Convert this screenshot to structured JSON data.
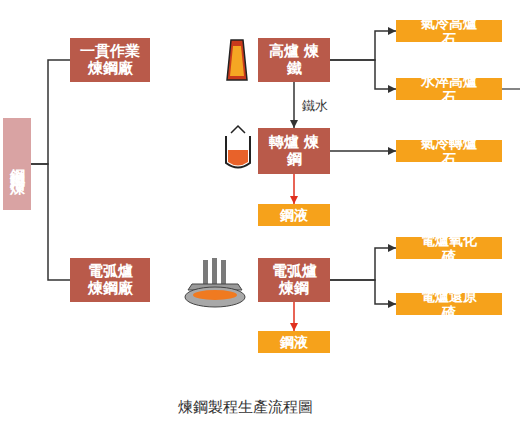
{
  "diagram": {
    "caption": "煉鋼製程生產流程圖",
    "nodes": [
      {
        "text": [
          "鋼鐵冶煉"
        ]
      },
      {
        "text": [
          "一貫作業 煉鋼廠"
        ]
      },
      {
        "text": [
          "高爐 煉鐵"
        ]
      },
      {
        "text": [
          "氣冷高爐石"
        ]
      },
      {
        "text": [
          "水淬高爐石"
        ]
      },
      {
        "text": [
          "轉爐 煉鋼"
        ]
      },
      {
        "text": [
          "氣冷轉爐石"
        ]
      },
      {
        "text": [
          "鋼液"
        ]
      },
      {
        "text": [
          "電弧爐 煉鋼廠"
        ]
      },
      {
        "text": [
          "電弧爐 煉鋼"
        ]
      },
      {
        "text": [
          "電爐氧化碴"
        ]
      },
      {
        "text": [
          "電爐還原碴"
        ]
      },
      {
        "text": [
          "鋼液"
        ]
      }
    ],
    "edges": [
      {
        "from": 0,
        "to": 1,
        "arrow": "none"
      },
      {
        "from": 0,
        "to": 8,
        "arrow": "none"
      },
      {
        "from": 2,
        "to": 3,
        "arrow": "to"
      },
      {
        "from": 2,
        "to": 4,
        "arrow": "to"
      },
      {
        "from": 2,
        "to": 5,
        "label": "鐵水",
        "arrow": "to"
      },
      {
        "from": 5,
        "to": 6,
        "arrow": "to"
      },
      {
        "from": 5,
        "to": 7,
        "arrow": "to"
      },
      {
        "from": 9,
        "to": 10,
        "arrow": "to"
      },
      {
        "from": 9,
        "to": 11,
        "arrow": "to"
      },
      {
        "from": 9,
        "to": 12,
        "arrow": "to"
      }
    ]
  }
}
